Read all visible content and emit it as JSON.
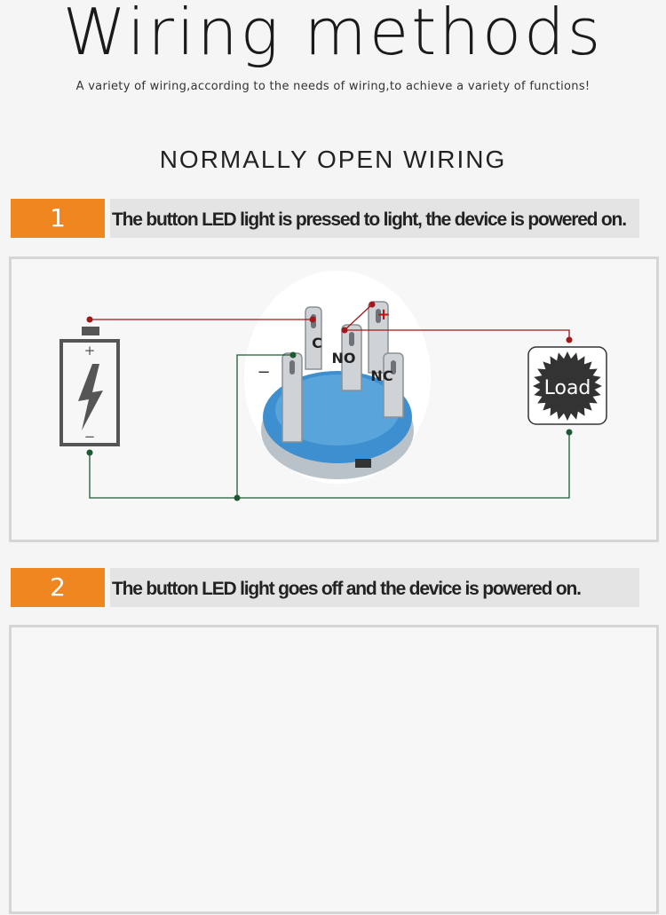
{
  "header": {
    "title": "Wiring methods",
    "subtitle": "A variety of wiring,according to the needs of wiring,to achieve a variety of functions!",
    "section": "NORMALLY OPEN WIRING"
  },
  "steps": [
    {
      "number": "1",
      "text": "The button LED light is pressed to light, the device is powered on."
    },
    {
      "number": "2",
      "text": "The button LED light goes off and the device is powered on."
    }
  ],
  "diagram_labels": {
    "common": "C",
    "normally_open": "NO",
    "normally_closed": "NC",
    "led_plus": "+",
    "led_minus": "−",
    "battery_plus": "+",
    "battery_minus": "−",
    "load": "Load"
  },
  "colors": {
    "accent": "#f0861f",
    "positive_wire": "#a01818",
    "negative_wire": "#1d5a34",
    "switch_blue": "#3d8fd0",
    "icon_dark": "#333333"
  }
}
